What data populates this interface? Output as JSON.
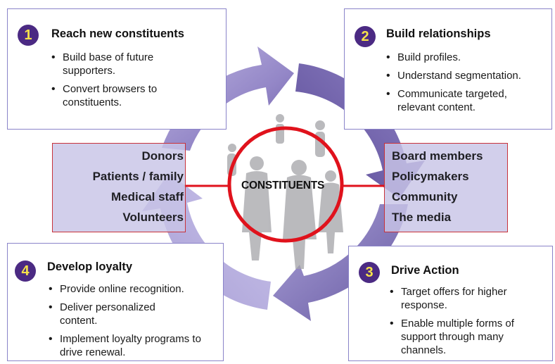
{
  "center": {
    "label": "CONSTITUENTS"
  },
  "steps": [
    {
      "number": "1",
      "title": "Reach new constituents",
      "bullets": [
        "Build base of future supporters.",
        "Convert browsers to constituents."
      ]
    },
    {
      "number": "2",
      "title": "Build relationships",
      "bullets": [
        "Build profiles.",
        "Understand segmentation.",
        "Communicate targeted, relevant content."
      ]
    },
    {
      "number": "3",
      "title": "Drive Action",
      "bullets": [
        "Target offers for higher response.",
        "Enable multiple forms of support through many channels."
      ]
    },
    {
      "number": "4",
      "title": "Develop loyalty",
      "bullets": [
        "Provide online recognition.",
        "Deliver personalized content.",
        "Implement loyalty programs to drive renewal."
      ]
    }
  ],
  "left_group": {
    "items": [
      "Donors",
      "Patients / family",
      "Medical staff",
      "Volunteers"
    ]
  },
  "right_group": {
    "items": [
      "Board members",
      "Policymakers",
      "Community",
      "The media"
    ]
  },
  "colors": {
    "arrow_purple": "#7a6cb4",
    "number_circle": "#4b2a83",
    "number_text": "#f6e24a",
    "ring_red": "#e0121c",
    "box_border": "#8a83c9",
    "group_fill": "#c8c4e6",
    "group_border": "#c8323a"
  }
}
